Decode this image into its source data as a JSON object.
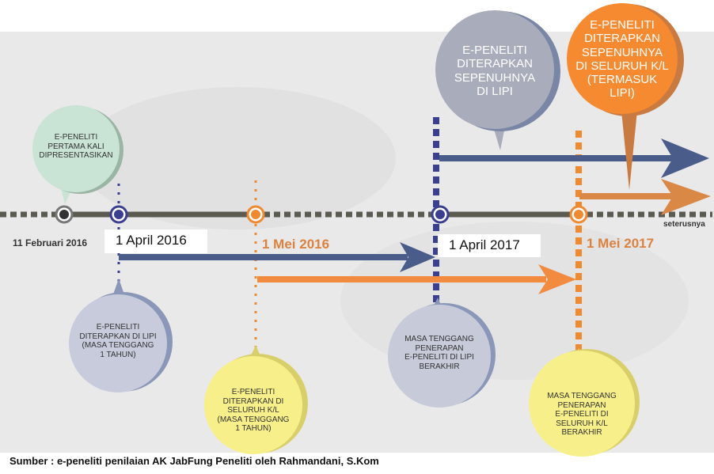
{
  "events": [
    {
      "date": "11 Februari 2016",
      "text": "E-PENELITI\nPERTAMA KALI\nDIPRESENTASIKAN"
    },
    {
      "date": "1 April 2016",
      "text": "E-PENELITI\nDITERAPKAN DI LIPI\n(MASA TENGGANG\n1 TAHUN)"
    },
    {
      "date": "1 Mei 2016",
      "text": "E-PENELITI\nDITERAPKAN DI\nSELURUH K/L\n(MASA TENGGANG\n1 TAHUN)"
    },
    {
      "date": "1 April 2017",
      "text_top": "E-PENELITI\nDITERAPKAN\nSEPENUHNYA\nDI LIPI",
      "text_bottom": "MASA TENGGANG\nPENERAPAN\nE-PENELITI DI LIPI\nBERAKHIR"
    },
    {
      "date": "1 Mei 2017",
      "text_top": "E-PENELITI\nDITERAPKAN\nSEPENUHNYA\nDI SELURUH K/L\n(TERMASUK\nLIPI)",
      "text_bottom": "MASA TENGGANG\nPENERAPAN\nE-PENELITI DI\nSELURUH K/L\nBERAKHIR"
    }
  ],
  "continuation_label": "seterusnya",
  "source": "Sumber : e-peneliti penilaian AK JabFung Peneliti oleh Rahmandani, S.Kom",
  "colors": {
    "blue": "#3b3f8f",
    "orange": "#f08a30",
    "line": "#5b5b52"
  }
}
